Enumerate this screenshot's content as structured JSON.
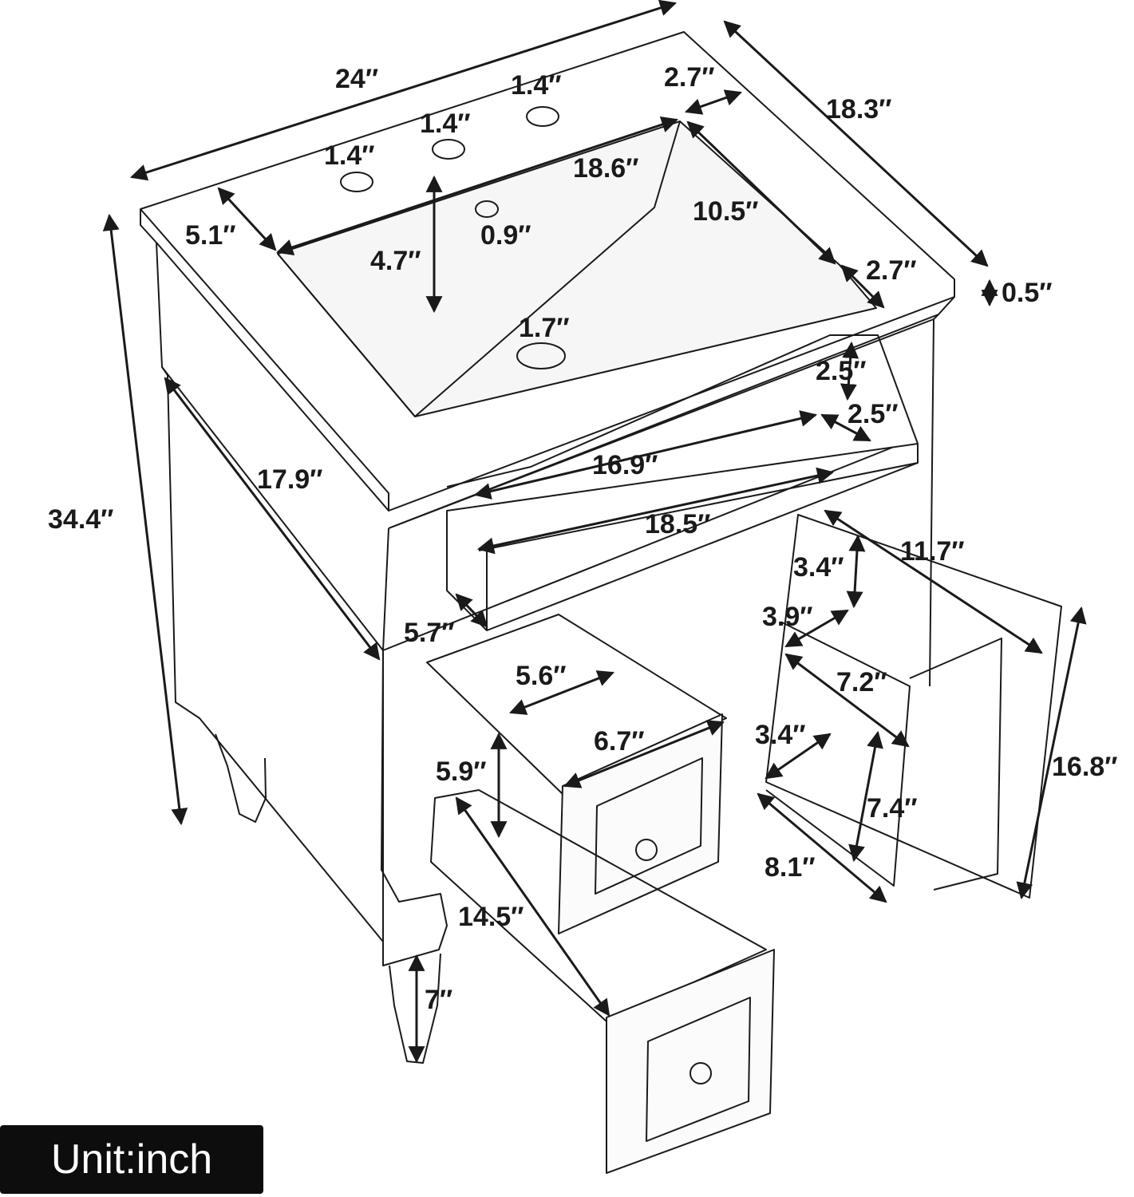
{
  "product_drawing": {
    "subject": "bathroom vanity cabinet with sink and drawers",
    "line_color": "#1a1a1a",
    "background": "#ffffff"
  },
  "dimensions": {
    "top_width": "24″",
    "top_depth": "18.3″",
    "top_thickness": "0.5″",
    "faucet_hole_1": "1.4″",
    "faucet_hole_2": "1.4″",
    "faucet_hole_3": "1.4″",
    "overflow_hole": "0.9″",
    "drain_hole": "1.7″",
    "basin_width": "18.6″",
    "basin_depth": "10.5″",
    "back_margin": "2.7″",
    "side_margin": "2.7″",
    "front_margin": "5.1″",
    "basin_height": "4.7″",
    "total_height": "34.4″",
    "cabinet_depth": "17.9″",
    "top_drawer_width": "16.9″",
    "top_drawer_front_width": "18.5″",
    "top_drawer_h1": "2.5″",
    "top_drawer_h2": "2.5″",
    "top_drawer_height": "5.7″",
    "door_width": "11.7″",
    "door_height": "16.8″",
    "shelf_gap_top": "3.4″",
    "shelf_gap_mid": "3.9″",
    "shelf_depth": "7.2″",
    "shelf_gap_low": "3.4″",
    "shelf_height": "7.4″",
    "shelf_width": "8.1″",
    "small_drawer_inner_width": "5.6″",
    "small_drawer_front_width": "6.7″",
    "small_drawer_height": "5.9″",
    "drawer_length": "14.5″",
    "leg_height": "7″"
  },
  "unit_label": "Unit:inch"
}
